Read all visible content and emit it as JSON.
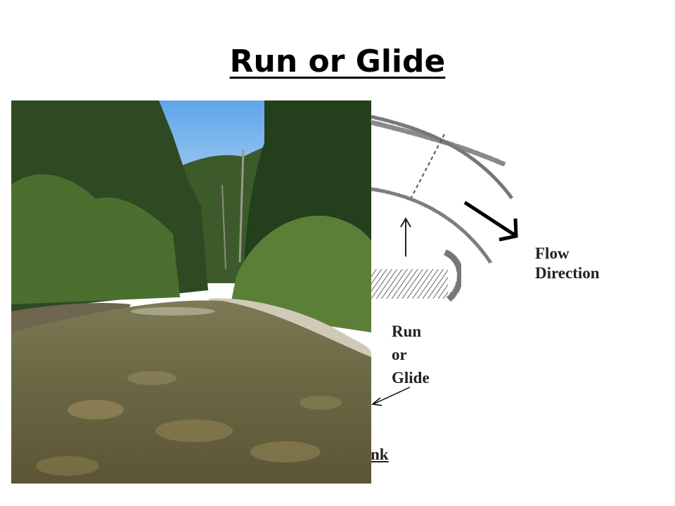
{
  "slide": {
    "title": "Run or Glide"
  },
  "diagram": {
    "flow_label_line1": "Flow",
    "flow_label_line2": "Direction",
    "run_label_line1": "Run",
    "run_label_line2": "or",
    "run_label_line3": "Glide",
    "bank_label": "nk"
  },
  "photo": {
    "subject": "stream-run-photo"
  }
}
